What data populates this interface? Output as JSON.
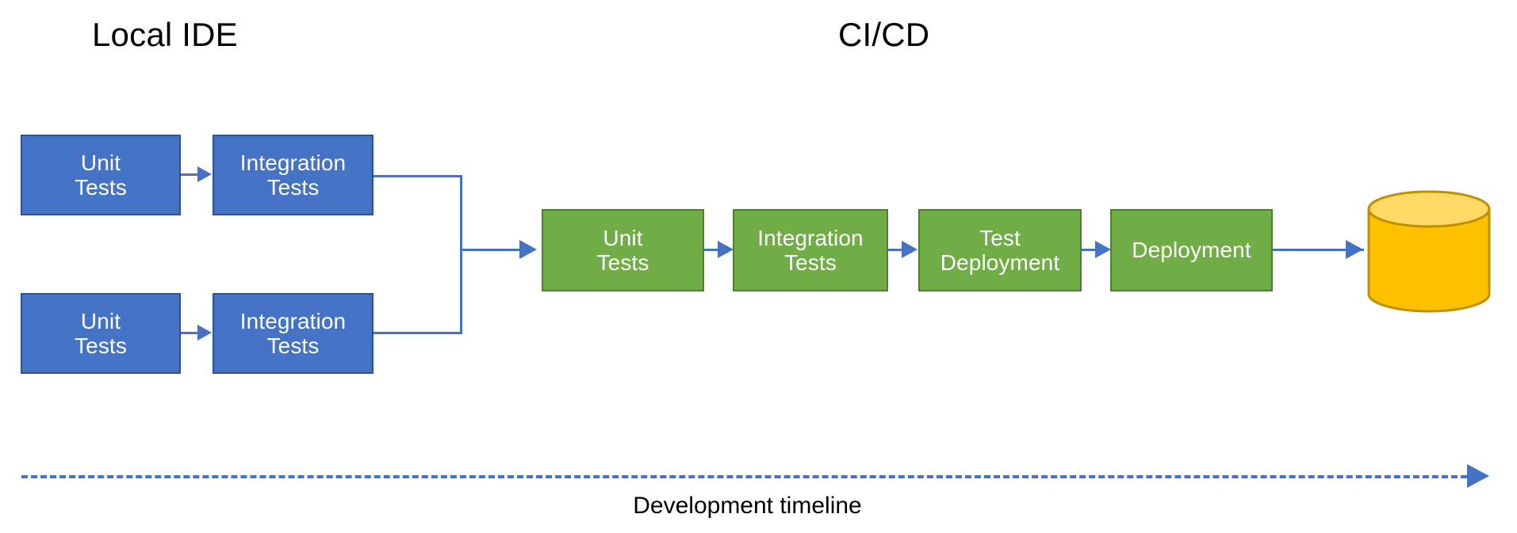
{
  "diagram": {
    "title_local": "Local IDE",
    "title_cicd": "CI/CD",
    "timeline_label": "Development timeline",
    "colors": {
      "blue_fill": "#4472C4",
      "blue_border": "#2F528F",
      "green_fill": "#70AD47",
      "green_border": "#507E32",
      "cylinder_body": "#FFC000",
      "cylinder_top": "#FFD966",
      "cylinder_border": "#BF9000",
      "connector": "#4472C4",
      "text_light": "#FFFFFF",
      "text_dark": "#000000",
      "background": "#FFFFFF"
    },
    "local_ide": {
      "row1": [
        {
          "label": "Unit\nTests"
        },
        {
          "label": "Integration\nTests"
        }
      ],
      "row2": [
        {
          "label": "Unit\nTests"
        },
        {
          "label": "Integration\nTests"
        }
      ]
    },
    "cicd": {
      "stages": [
        {
          "label": "Unit\nTests"
        },
        {
          "label": "Integration\nTests"
        },
        {
          "label": "Test\nDeployment"
        },
        {
          "label": "Deployment"
        }
      ],
      "datastore": {
        "shape": "cylinder",
        "label": ""
      }
    }
  }
}
